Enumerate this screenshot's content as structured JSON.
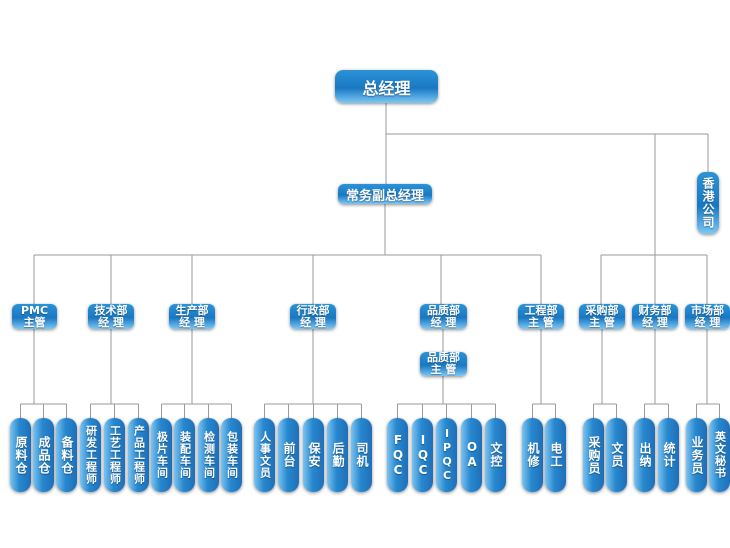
{
  "top": {
    "label": "总经理"
  },
  "executive": {
    "label": "常务副总经理"
  },
  "hk": {
    "label": "香港公司"
  },
  "departments": {
    "pmc": "PMC\n主管",
    "tech": "技术部\n经  理",
    "production": "生产部\n经  理",
    "admin": "行政部\n经  理",
    "quality_manager": "品质部\n经  理",
    "quality_supervisor": "品质部\n主  管",
    "engineering": "工程部\n主  管",
    "purchasing": "采购部\n主  管",
    "finance": "财务部\n经  理",
    "marketing": "市场部\n经  理"
  },
  "leaves": {
    "pmc": [
      "原料仓",
      "成品仓",
      "备料仓"
    ],
    "tech": [
      "研发工程师",
      "工艺工程师",
      "产品工程师"
    ],
    "production": [
      "极片车间",
      "装配车间",
      "检测车间",
      "包装车间"
    ],
    "admin": [
      "人事文员",
      "前台",
      "保安",
      "后勤",
      "司机"
    ],
    "quality": [
      "FQC",
      "IQC",
      "IPQC",
      "OA",
      "文控"
    ],
    "engineering": [
      "机修",
      "电工"
    ],
    "purchasing": [
      "采购员",
      "文员"
    ],
    "finance": [
      "出纳",
      "统计"
    ],
    "marketing": [
      "业务员",
      "英文秘书"
    ]
  },
  "colors": {
    "line": "#9a9a9a",
    "box_top": "#2b93d6",
    "box_bottom": "#7cc8f5"
  }
}
